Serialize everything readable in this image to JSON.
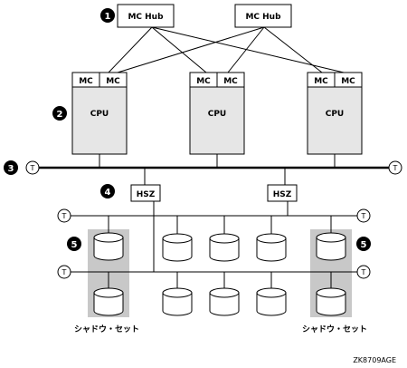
{
  "mc_hubs": [
    {
      "label": "MC Hub"
    },
    {
      "label": "MC Hub"
    }
  ],
  "cpus": [
    {
      "mc_left": "MC",
      "mc_right": "MC",
      "label": "CPU"
    },
    {
      "mc_left": "MC",
      "mc_right": "MC",
      "label": "CPU"
    },
    {
      "mc_left": "MC",
      "mc_right": "MC",
      "label": "CPU"
    }
  ],
  "hsz": [
    {
      "label": "HSZ"
    },
    {
      "label": "HSZ"
    }
  ],
  "terminator_label": "T",
  "callouts": [
    "1",
    "2",
    "3",
    "4",
    "5"
  ],
  "shadow_set_labels": [
    "シャドウ・セット",
    "シャドウ・セット"
  ],
  "figure_id": "ZK8709AGE"
}
